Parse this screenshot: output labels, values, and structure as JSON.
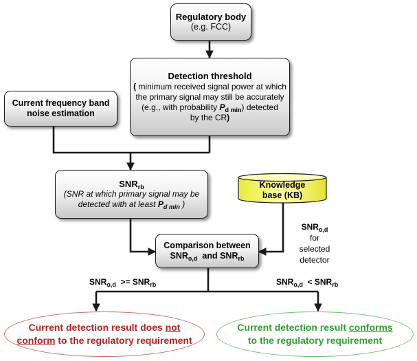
{
  "regulatory": {
    "title": "Regulatory body",
    "sub": "(e.g. FCC)"
  },
  "detection_threshold": {
    "title": "Detection threshold",
    "open": "(",
    "line1": " minimum received signal power at which",
    "line2": "the primary signal may still be accurately",
    "line3a": "(e.g., with  probability ",
    "p": "P",
    "p_sub": "d min",
    "line3b": ")  detected",
    "line4": "by the CR",
    "close": ")"
  },
  "noise": {
    "line1": "Current frequency band",
    "line2": "noise estimation"
  },
  "snr_rb": {
    "base": "SNR",
    "sub": "rb",
    "open": "(",
    "line1": "SNR at which primary signal may be",
    "line2": "detected with at least ",
    "p": "P",
    "p_sub": "d min",
    "close": " )"
  },
  "knowledge_base": {
    "line1": "Knowledge",
    "line2": "base (KB)"
  },
  "kb_snr": {
    "base": "SNR",
    "sub": "o,d",
    "line1": "for",
    "line2": "selected",
    "line3": "detector"
  },
  "comparison": {
    "line1": "Comparison between",
    "snr1": "SNR",
    "snr1_sub": "o,d",
    "and": "  and ",
    "snr2": "SNR",
    "snr2_sub": "rb"
  },
  "branch_left": {
    "a": "SNR",
    "a_sub": "o,d",
    "op": "  >= ",
    "b": "SNR",
    "b_sub": "rb"
  },
  "branch_right": {
    "a": "SNR",
    "a_sub": "o,d",
    "op": "  < ",
    "b": "SNR",
    "b_sub": "rb"
  },
  "result_not": {
    "pre": "Current detection result  does ",
    "not": "not",
    "conform": "conform",
    "post": " to the regulatory requirement",
    "color": "#b22222"
  },
  "result_yes": {
    "pre": "Current detection result ",
    "conforms": "conforms",
    "post": "to the regulatory requirement",
    "color": "#2ea02e"
  }
}
